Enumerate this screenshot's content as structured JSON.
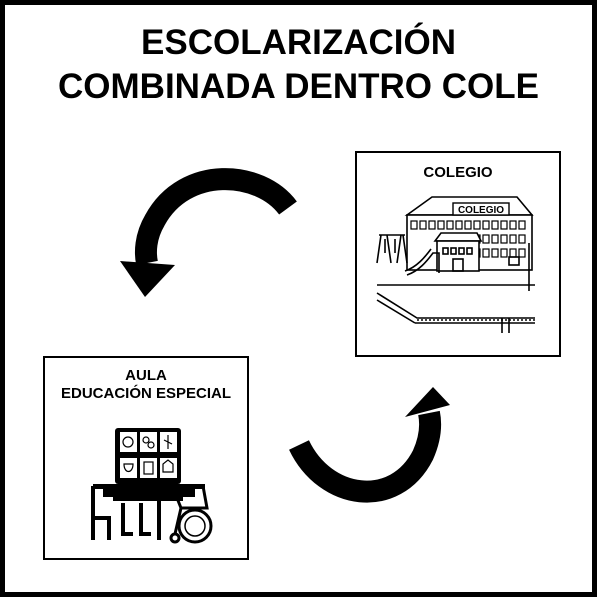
{
  "title": {
    "line1": "ESCOLARIZACIÓN",
    "line2": "COMBINADA DENTRO COLE"
  },
  "cards": {
    "colegio": {
      "label": "COLEGIO",
      "building_sign": "COLEGIO",
      "icon": "school-building-pictogram"
    },
    "aula": {
      "label_line1": "AULA",
      "label_line2": "EDUCACIÓN ESPECIAL",
      "icon": "special-education-classroom-pictogram"
    }
  },
  "arrows": [
    "curved-arrow-to-classroom",
    "curved-arrow-to-school"
  ],
  "colors": {
    "ink": "#000000",
    "background": "#ffffff"
  }
}
